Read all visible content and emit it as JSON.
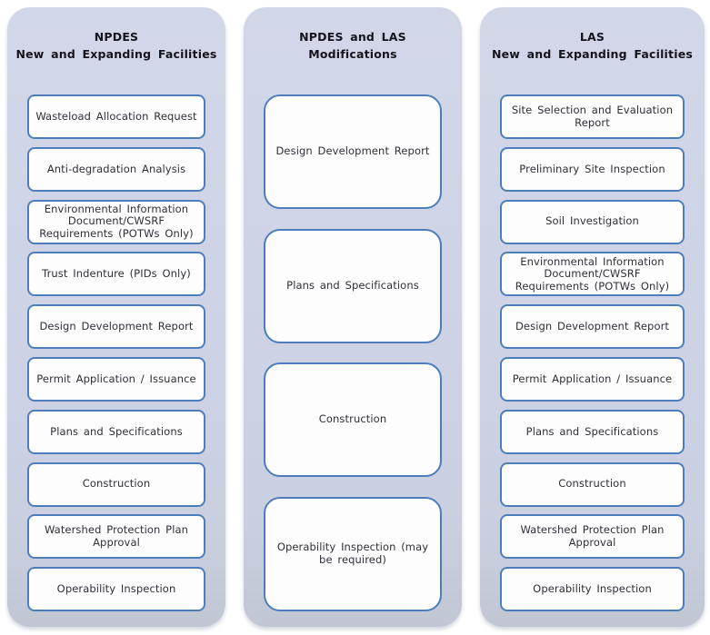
{
  "colors": {
    "panel_background": "#cdd3e5",
    "box_border": "#4e7dbb",
    "box_background": "#fdfdfe",
    "header_text": "#14151d",
    "box_text": "#2f3038"
  },
  "columns": [
    {
      "title_lines": [
        "NPDES",
        "New and Expanding Facilities"
      ],
      "boxes": [
        "Wasteload Allocation Request",
        "Anti-degradation Analysis",
        "Environmental Information Document/CWSRF Requirements (POTWs Only)",
        "Trust Indenture (PIDs Only)",
        "Design Development Report",
        "Permit Application / Issuance",
        "Plans and Specifications",
        "Construction",
        "Watershed Protection Plan Approval",
        "Operability Inspection"
      ]
    },
    {
      "title_lines": [
        "NPDES and LAS",
        "Modifications"
      ],
      "boxes": [
        "Design Development Report",
        "Plans and Specifications",
        "Construction",
        "Operability Inspection (may be required)"
      ]
    },
    {
      "title_lines": [
        "LAS",
        "New and Expanding Facilities"
      ],
      "boxes": [
        "Site Selection and Evaluation Report",
        "Preliminary Site Inspection",
        "Soil Investigation",
        "Environmental Information Document/CWSRF Requirements (POTWs Only)",
        "Design Development Report",
        "Permit Application / Issuance",
        "Plans and Specifications",
        "Construction",
        "Watershed Protection Plan Approval",
        "Operability Inspection"
      ]
    }
  ]
}
